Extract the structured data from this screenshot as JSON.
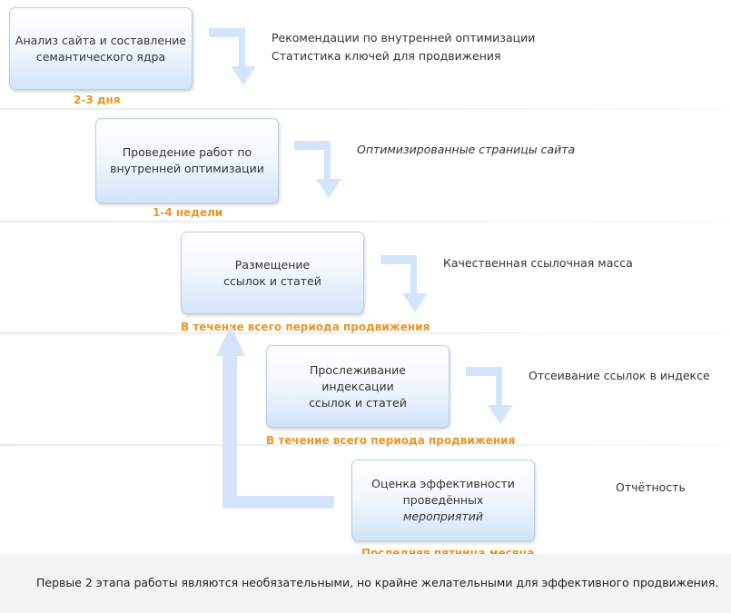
{
  "steps": [
    {
      "lines": [
        "Анализ сайта и составление",
        "семантического ядра"
      ],
      "duration": "2-3 дня",
      "results": [
        "Рекомендации по внутренней оптимизации",
        "Статистика ключей для продвижения"
      ]
    },
    {
      "lines": [
        "Проведение работ по",
        "внутренней оптимизации"
      ],
      "duration": "1-4 недели",
      "results": [
        "Оптимизированные страницы сайта"
      ]
    },
    {
      "lines": [
        "Размещение",
        "ссылок и статей"
      ],
      "duration": "В течение всего периода продвижения",
      "results": [
        "Качественная ссылочная масса"
      ]
    },
    {
      "lines": [
        "Прослеживание",
        "индексации",
        "ссылок и статей"
      ],
      "duration": "В течение всего периода продвижения",
      "results": [
        "Отсеивание ссылок в индексе"
      ]
    },
    {
      "lines": [
        "Оценка эффективности",
        "проведённых",
        "мероприятий"
      ],
      "duration": "Последняя пятница месяца",
      "results": [
        "Отчётность"
      ]
    }
  ],
  "footer_note": "Первые 2 этапа работы являются необязательными, но крайне желательными для эффективного продвижения.",
  "colors": {
    "duration": "#e8962a",
    "arrow": "#d4e5fb",
    "box_border": "#b9cfe6"
  }
}
